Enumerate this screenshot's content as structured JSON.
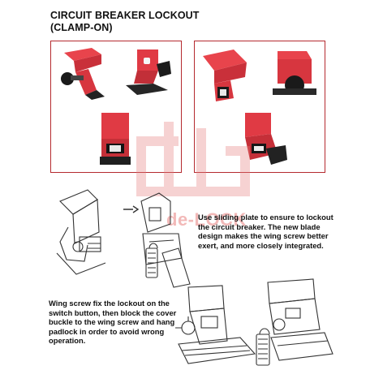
{
  "header": {
    "title_line1": "CIRCUIT BREAKER LOCKOUT",
    "title_line2": "(CLAMP-ON)"
  },
  "colors": {
    "frame": "#b52a2f",
    "product_red": "#e03a44",
    "watermark": "#e8807f"
  },
  "watermark": {
    "text": "de-LOCK",
    "icon": "de-lock-logo"
  },
  "captions": {
    "sliding_plate": "Use sliding plate to ensure to lockout the circuit breaker. The new blade design makes the wing screw better exert, and more closely integrated.",
    "wing_screw": "Wing screw fix the lockout on the switch button, then block the cover buckle to the wing screw and hang padlock in order to avoid wrong operation."
  }
}
